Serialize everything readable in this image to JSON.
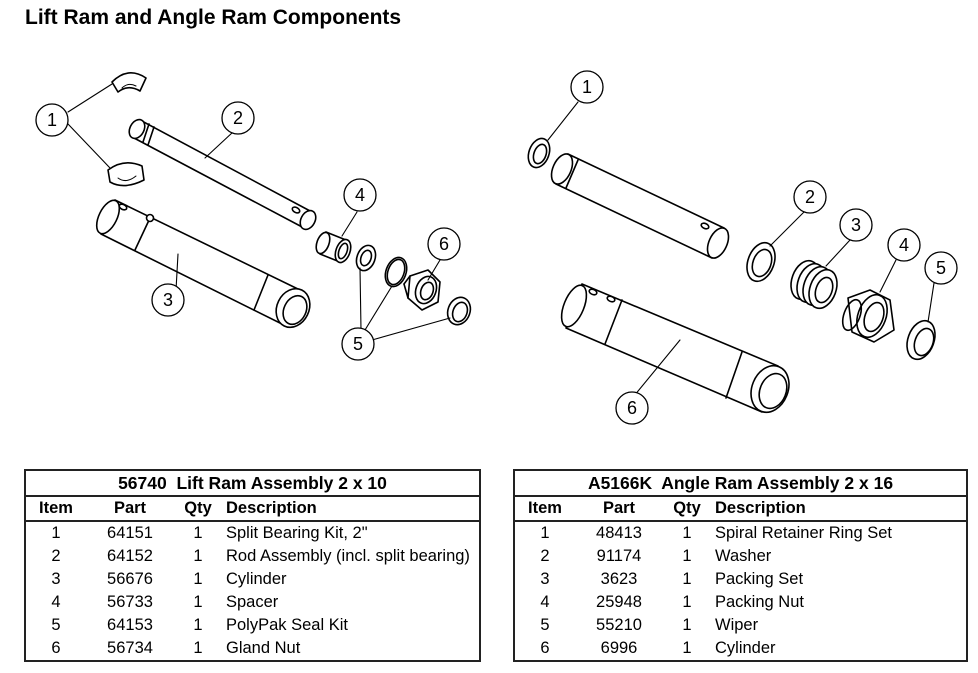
{
  "title": "Lift Ram and Angle Ram Components",
  "callouts": {
    "lift": [
      "1",
      "2",
      "3",
      "4",
      "5",
      "6"
    ],
    "angle": [
      "1",
      "2",
      "3",
      "4",
      "5",
      "6"
    ]
  },
  "tables": {
    "lift": {
      "part_no": "56740",
      "name": "Lift Ram Assembly 2 x 10",
      "columns": [
        "Item",
        "Part",
        "Qty",
        "Description"
      ],
      "rows": [
        {
          "item": "1",
          "part": "64151",
          "qty": "1",
          "description": "Split Bearing Kit, 2\""
        },
        {
          "item": "2",
          "part": "64152",
          "qty": "1",
          "description": "Rod Assembly (incl. split bearing)"
        },
        {
          "item": "3",
          "part": "56676",
          "qty": "1",
          "description": "Cylinder"
        },
        {
          "item": "4",
          "part": "56733",
          "qty": "1",
          "description": "Spacer"
        },
        {
          "item": "5",
          "part": "64153",
          "qty": "1",
          "description": "PolyPak Seal Kit"
        },
        {
          "item": "6",
          "part": "56734",
          "qty": "1",
          "description": "Gland Nut"
        }
      ]
    },
    "angle": {
      "part_no": "A5166K",
      "name": "Angle Ram Assembly 2 x 16",
      "columns": [
        "Item",
        "Part",
        "Qty",
        "Description"
      ],
      "rows": [
        {
          "item": "1",
          "part": "48413",
          "qty": "1",
          "description": "Spiral Retainer Ring Set"
        },
        {
          "item": "2",
          "part": "91174",
          "qty": "1",
          "description": "Washer"
        },
        {
          "item": "3",
          "part": "3623",
          "qty": "1",
          "description": "Packing Set"
        },
        {
          "item": "4",
          "part": "25948",
          "qty": "1",
          "description": "Packing Nut"
        },
        {
          "item": "5",
          "part": "55210",
          "qty": "1",
          "description": "Wiper"
        },
        {
          "item": "6",
          "part": "6996",
          "qty": "1",
          "description": "Cylinder"
        }
      ]
    }
  }
}
